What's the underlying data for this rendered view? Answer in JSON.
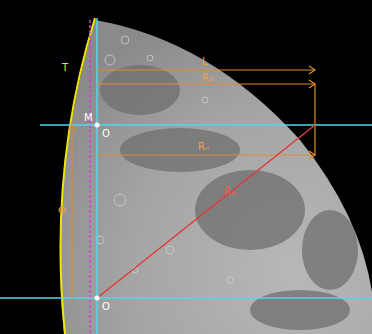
{
  "diagram": {
    "labels": [
      "T",
      "L",
      "R₀",
      "Rₙ",
      "Rₘ",
      "M",
      "O",
      "Φ",
      "O"
    ]
  }
}
